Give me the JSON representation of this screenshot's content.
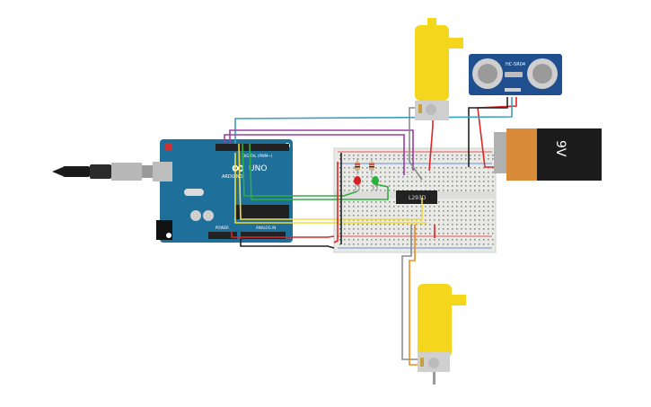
{
  "arduino": {
    "logo_text": "UNO",
    "brand_text": "ARDUINO",
    "digital_header_text": "DIGITAL (PWM~)",
    "analog_header_text": "ANALOG IN",
    "power_header_text": "POWER"
  },
  "sensor": {
    "label": "HC-SR04"
  },
  "battery": {
    "label": "9V"
  },
  "ic": {
    "label": "L293D"
  },
  "colors": {
    "arduino_blue": "#1f6f9b",
    "breadboard": "#e9e9e6",
    "motor_yellow": "#f4d71c",
    "battery_black": "#1c1c1c",
    "battery_orange": "#d98b3a",
    "sensor_blue": "#1f4f8f",
    "wire_red": "#e02525",
    "wire_black": "#222222",
    "wire_green": "#2fae3e",
    "wire_yellow": "#f3dc3b",
    "wire_purple": "#9b3fa3",
    "wire_cyan": "#3a9fc6",
    "wire_orange": "#f08a1c",
    "wire_gray": "#8a8a8a",
    "led_red": "#d61f1f",
    "led_green": "#29b23a"
  }
}
